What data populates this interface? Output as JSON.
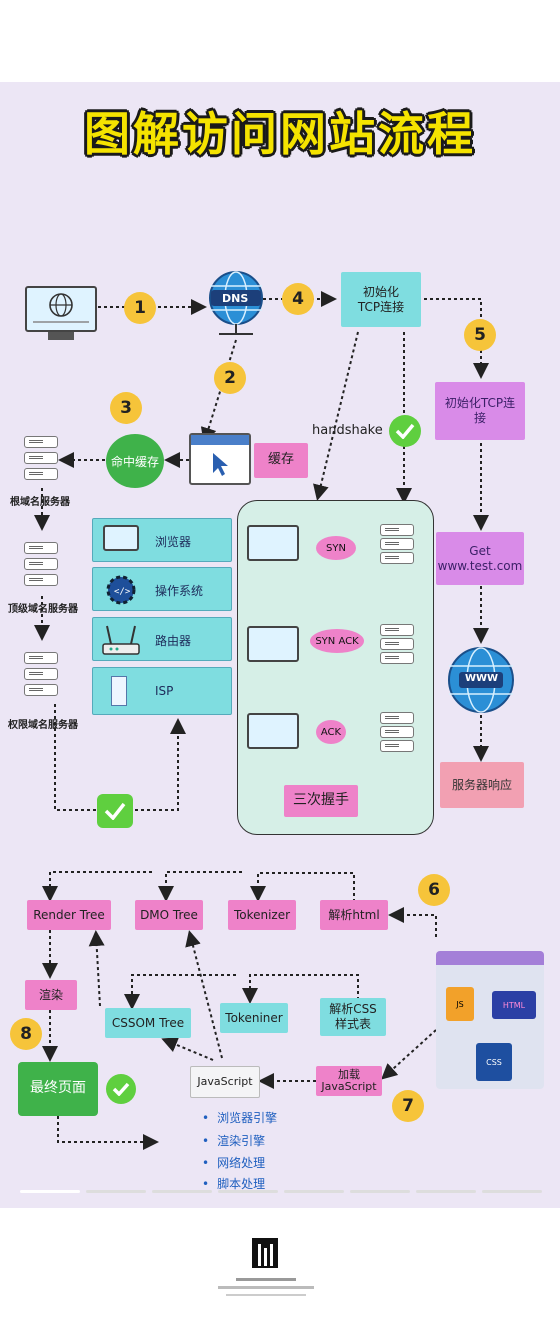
{
  "title": "图解访问网站流程",
  "steps": [
    "1",
    "2",
    "3",
    "4",
    "5",
    "6",
    "7",
    "8"
  ],
  "nodes": {
    "dns": "DNS",
    "hit_cache": "命中缓存",
    "cache": "缓存",
    "init_tcp": "初始化\nTCP连接",
    "init_tcp_right": "初始化TCP连\n接",
    "handshake": "handshake",
    "get": "Get\nwww.test.com",
    "www": "WWW",
    "server_response": "服务器响应",
    "three_way": "三次握手",
    "syn": "SYN",
    "syn_ack": "SYN ACK",
    "ack": "ACK",
    "render_tree": "Render Tree",
    "dom_tree": "DMO Tree",
    "tokenizer": "Tokenizer",
    "parse_html": "解析html",
    "render": "渲染",
    "cssom_tree": "CSSOM Tree",
    "tokeniner": "Tokeniner",
    "parse_css": "解析CSS\n样式表",
    "javascript": "JavaScript",
    "load_js": "加载\nJavaScript",
    "final_page": "最终页面",
    "js_file": "JS",
    "html_file": "HTML",
    "css_file": "CSS"
  },
  "servers": {
    "root": "根域名服务器",
    "tld": "顶级域名服务器",
    "auth": "权限域名服务器"
  },
  "layers": [
    "浏览器",
    "操作系统",
    "路由器",
    "ISP"
  ],
  "engines": [
    "浏览器引擎",
    "渲染引擎",
    "网络处理",
    "脚本处理"
  ],
  "colors": {
    "background": "#ece6f5",
    "title": "#f5e300",
    "badge": "#f6c43a",
    "pink": "#ee82c9",
    "teal": "#7fdde0",
    "violet": "#d98be8",
    "green": "#3fb24a",
    "check": "#5fcf3f"
  }
}
